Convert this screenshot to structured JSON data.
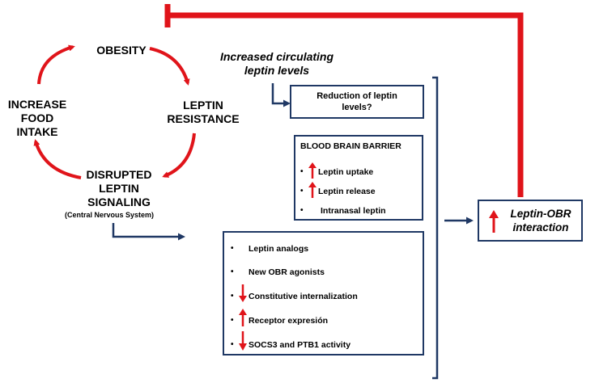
{
  "cycle": {
    "obesity": "OBESITY",
    "leptin_resistance": "LEPTIN\nRESISTANCE",
    "disrupted_signaling": "DISRUPTED\nLEPTIN\nSIGNALING",
    "cns_note": "(Central Nervous System)",
    "increase_food_intake": "INCREASE\nFOOD\nINTAKE"
  },
  "circulating_label": "Increased circulating\nleptin levels",
  "reduction_box": "Reduction of leptin\nlevels?",
  "bbb": {
    "title": "BLOOD BRAIN BARRIER",
    "items": [
      {
        "text": "Leptin uptake",
        "marker": "up-arrow"
      },
      {
        "text": "Leptin release",
        "marker": "up-arrow"
      },
      {
        "text": "Intranasal leptin",
        "marker": "bullet"
      }
    ]
  },
  "receptor_box": {
    "items": [
      {
        "text": "Leptin analogs",
        "marker": "bullet"
      },
      {
        "text": "New OBR agonists",
        "marker": "bullet"
      },
      {
        "text": "Constitutive internalization",
        "marker": "down-arrow"
      },
      {
        "text": "Receptor expresión",
        "marker": "up-arrow"
      },
      {
        "text": "SOCS3 and PTB1 activity",
        "marker": "down-arrow"
      }
    ]
  },
  "result_box": "Leptin-OBR\ninteraction",
  "colors": {
    "red": "#e0141a",
    "navy": "#1f3864"
  }
}
